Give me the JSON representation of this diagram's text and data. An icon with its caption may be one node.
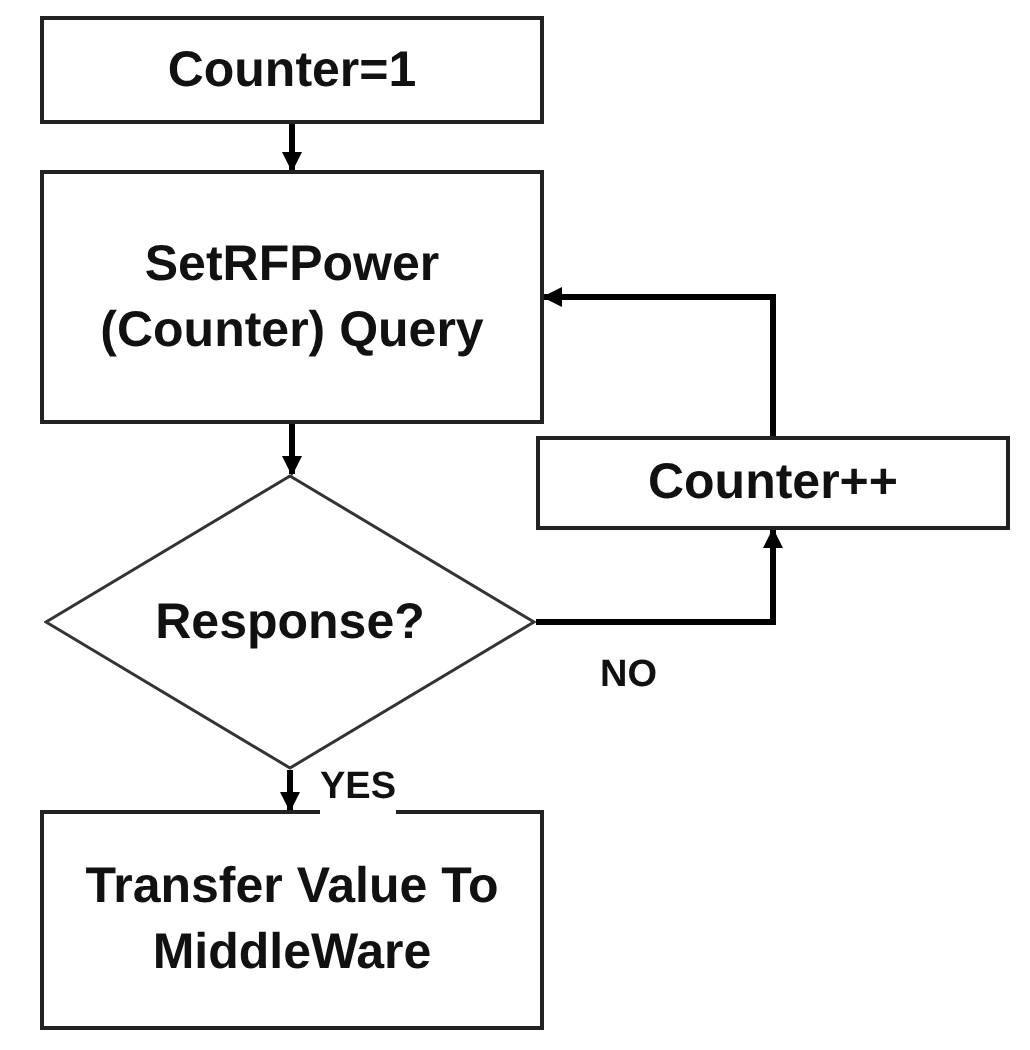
{
  "diagram": {
    "nodes": [
      {
        "text": [
          "Counter=1"
        ]
      },
      {
        "text": [
          "SetRFPower (Counter) Query"
        ]
      },
      {
        "text": [
          "Response?"
        ]
      },
      {
        "text": [
          "Counter++"
        ]
      },
      {
        "text": [
          "Transfer Value To MiddleWare"
        ]
      }
    ],
    "edges": [
      {
        "from": 0,
        "to": 1,
        "arrow": "to"
      },
      {
        "from": 1,
        "to": 2,
        "arrow": "to"
      },
      {
        "from": 2,
        "to": 3,
        "arrow": "to",
        "label": "NO"
      },
      {
        "from": 3,
        "to": 1,
        "arrow": "to"
      },
      {
        "from": 2,
        "to": 4,
        "arrow": "to",
        "label": "YES"
      }
    ]
  }
}
